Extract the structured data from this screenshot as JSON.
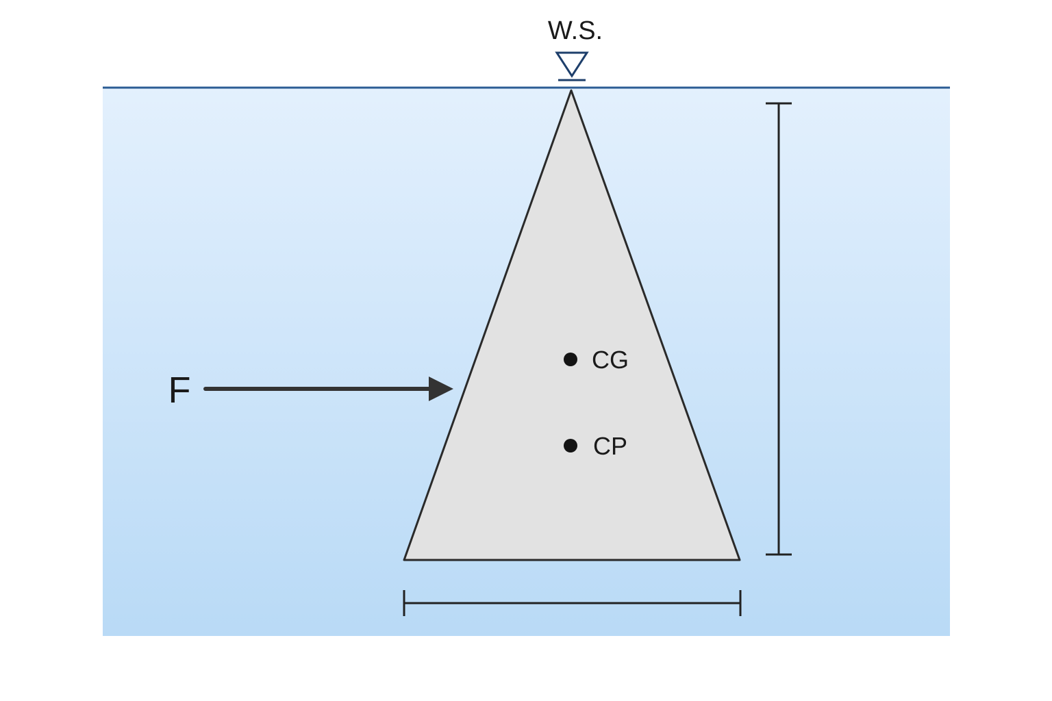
{
  "diagram": {
    "water_surface_label": "W.S.",
    "force_label": "F",
    "centroid_label": "CG",
    "pressure_center_label": "CP"
  },
  "colors": {
    "water_top": "#e3f0fd",
    "water_bottom": "#b9daf6",
    "surface_line": "#2b5c94",
    "plate_fill": "#e2e2e2",
    "outline": "#2a2a2a",
    "text": "#1a1a1a"
  },
  "icons": {
    "water_surface_marker": "inverted-triangle-icon",
    "point_marker": "filled-circle-icon",
    "force_arrow": "right-arrow-icon"
  }
}
